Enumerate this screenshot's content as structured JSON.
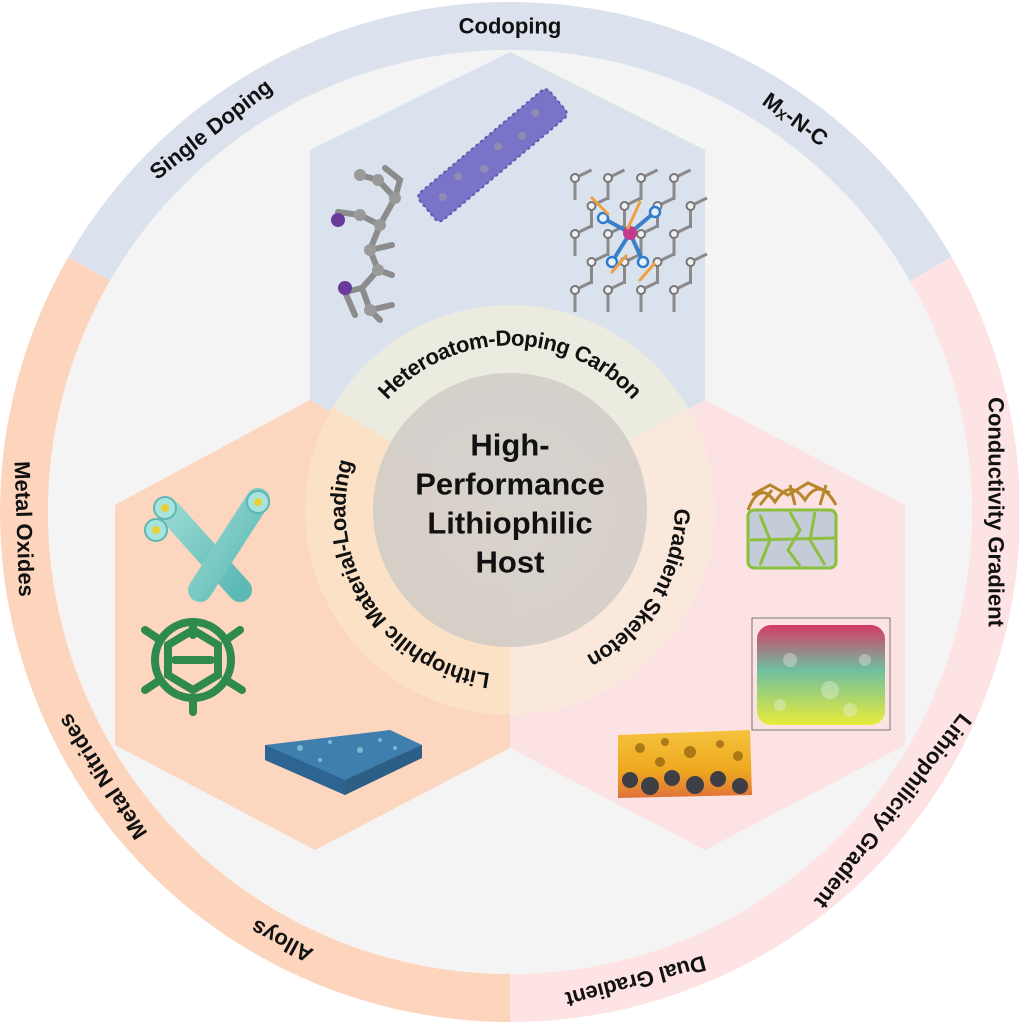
{
  "center": {
    "title_lines": [
      "High-",
      "Performance",
      "Lithiophilic",
      "Host"
    ]
  },
  "categories": [
    {
      "id": "heteroatom",
      "label": "Heteroatom-Doping Carbon",
      "color": "#dae2ee",
      "ring_color": "#dbe2ee",
      "subtypes": [
        "Single Doping",
        "Codoping",
        "MX-N-C"
      ],
      "illustrations": [
        "doped-molecule",
        "carbon-nanotube",
        "single-atom-lattice"
      ]
    },
    {
      "id": "gradient",
      "label": "Gradient Skeleton",
      "color": "#fde2e3",
      "ring_color": "#fde3e3",
      "subtypes": [
        "Conductivity Gradient",
        "Lithiophilicity Gradient",
        "Dual Gradient"
      ],
      "illustrations": [
        "conductive-cage",
        "gradient-foam-cube",
        "porous-gold-block"
      ]
    },
    {
      "id": "loading",
      "label": "Lithiophilic Material-Loading",
      "color": "#fdd6bf",
      "ring_color": "#fdd5bd",
      "subtypes": [
        "Metal Oxides",
        "Metal Nitrides",
        "Alloys"
      ],
      "illustrations": [
        "crossed-tubes",
        "green-framework",
        "blue-slab"
      ]
    }
  ],
  "subtype_special": {
    "mxnc": {
      "main": "M",
      "sub": "X",
      "rest": "-N-C"
    }
  },
  "colors": {
    "background": "#f4f4f4",
    "inner_ring": "#efeadd",
    "core": "#d9d5cf"
  }
}
